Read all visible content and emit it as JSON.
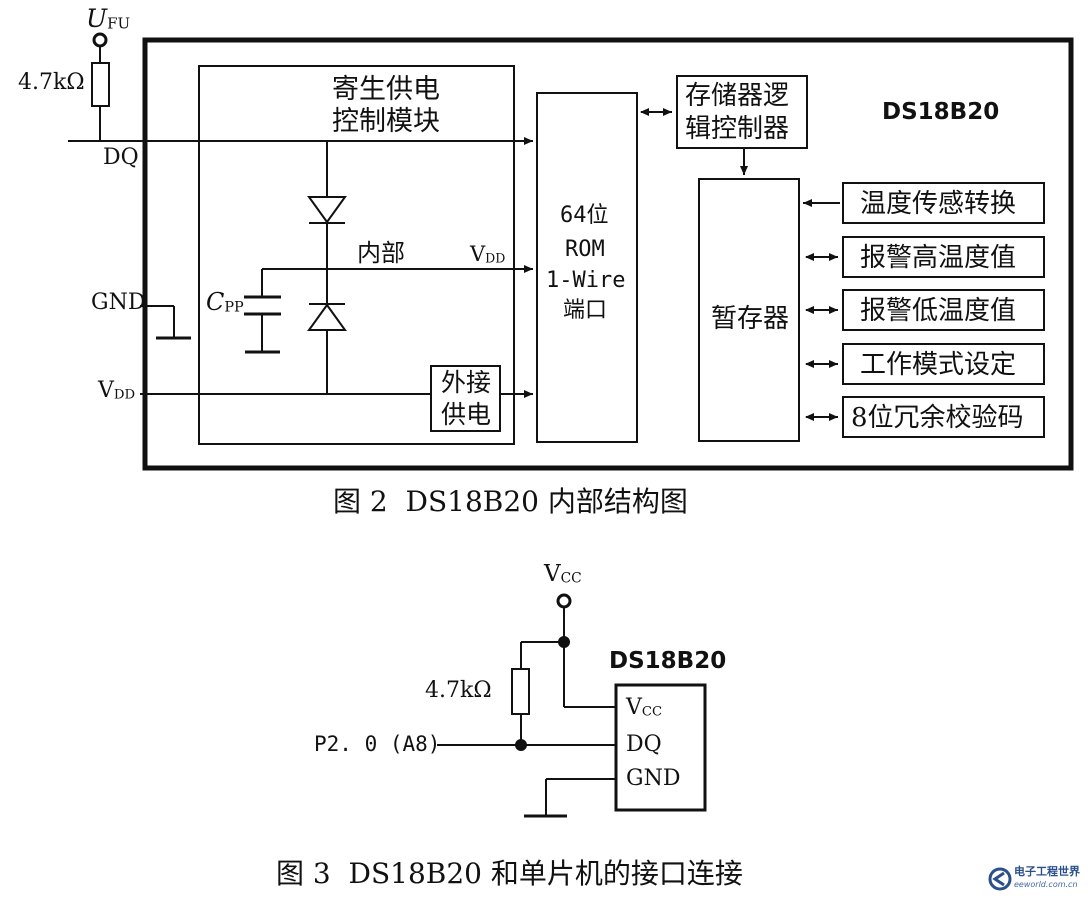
{
  "fig2": {
    "caption": "图 2  DS18B20 内部结构图",
    "chip_name": "DS18B20",
    "pullup_resistor": "4.7kΩ",
    "ufu_main": "U",
    "ufu_sub": "FU",
    "pin_dq": "DQ",
    "pin_gnd": "GND",
    "pin_vdd_main": "V",
    "pin_vdd_sub": "DD",
    "parasite_block_line1": "寄生供电",
    "parasite_block_line2": "控制模块",
    "cpp_main": "C",
    "cpp_sub": "PP",
    "internal_label": "内部",
    "internal_vdd_main": "V",
    "internal_vdd_sub": "DD",
    "ext_power_line1": "外接",
    "ext_power_line2": "供电",
    "rom_line1": "64位",
    "rom_line2": "ROM",
    "rom_line3": "1-Wire",
    "rom_line4": "端口",
    "mem_ctrl_line1": "存储器逻",
    "mem_ctrl_line2": "辑控制器",
    "scratchpad": "暂存器",
    "registers": [
      "温度传感转换",
      "报警高温度值",
      "报警低温度值",
      "工作模式设定",
      "8位冗余校验码"
    ]
  },
  "fig3": {
    "caption": "图 3  DS18B20 和单片机的接口连接",
    "vcc_main": "V",
    "vcc_sub": "CC",
    "chip_name": "DS18B20",
    "resistor": "4.7kΩ",
    "port": "P2. 0 (A8)",
    "pin_vcc_main": "V",
    "pin_vcc_sub": "CC",
    "pin_dq": "DQ",
    "pin_gnd": "GND"
  },
  "watermark": {
    "name": "电子工程世界",
    "site": "eeworld.com.cn"
  }
}
